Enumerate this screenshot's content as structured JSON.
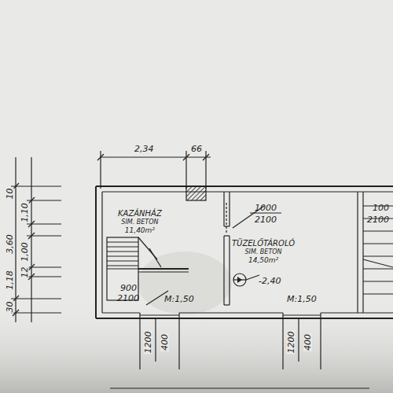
{
  "diagram": {
    "nodes": [
      {
        "text": [
          "KAZÁNHÁZ",
          "SIM. BETON",
          "11,40m²"
        ]
      },
      {
        "text": [
          "TÜZELŐTÁROLÓ",
          "SIM. BETON",
          "14,50m²"
        ]
      }
    ],
    "labels": [
      "2,34",
      "66",
      "10",
      "1,10",
      "3,60",
      "1,00",
      "1,18",
      "12",
      "30",
      "1000",
      "2100",
      "900",
      "2100",
      "M:1,50",
      "M:1,50",
      "-2,40",
      "1200",
      "400",
      "1200",
      "400",
      "100",
      "2100"
    ]
  }
}
